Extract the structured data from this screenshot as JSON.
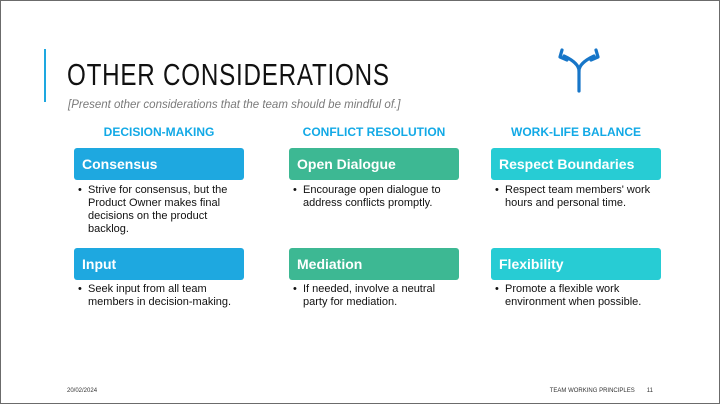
{
  "title": "OTHER CONSIDERATIONS",
  "subtitle": "[Present other considerations that the team should be mindful of.]",
  "icon": "split-arrow-icon",
  "colors": {
    "blue": "#1EA8E0",
    "green": "#3DB893",
    "teal": "#27CCD4",
    "heading": "#12A9E6",
    "icon": "#1776C8"
  },
  "columns": [
    {
      "heading": "DECISION-MAKING",
      "items": [
        {
          "label": "Consensus",
          "bullet": "Strive for consensus, but the Product Owner makes final decisions on the product backlog."
        },
        {
          "label": "Input",
          "bullet": "Seek input from all team members in decision-making."
        }
      ]
    },
    {
      "heading": "CONFLICT RESOLUTION",
      "items": [
        {
          "label": "Open Dialogue",
          "bullet": "Encourage open dialogue to address conflicts promptly."
        },
        {
          "label": "Mediation",
          "bullet": "If needed, involve a neutral party for mediation."
        }
      ]
    },
    {
      "heading": "WORK-LIFE BALANCE",
      "items": [
        {
          "label": "Respect Boundaries",
          "bullet": "Respect team members' work hours and personal time."
        },
        {
          "label": "Flexibility",
          "bullet": "Promote a flexible work environment when possible."
        }
      ]
    }
  ],
  "footer": {
    "date": "20/02/2024",
    "title": "TEAM WORKING PRINCIPLES",
    "page": "11"
  }
}
